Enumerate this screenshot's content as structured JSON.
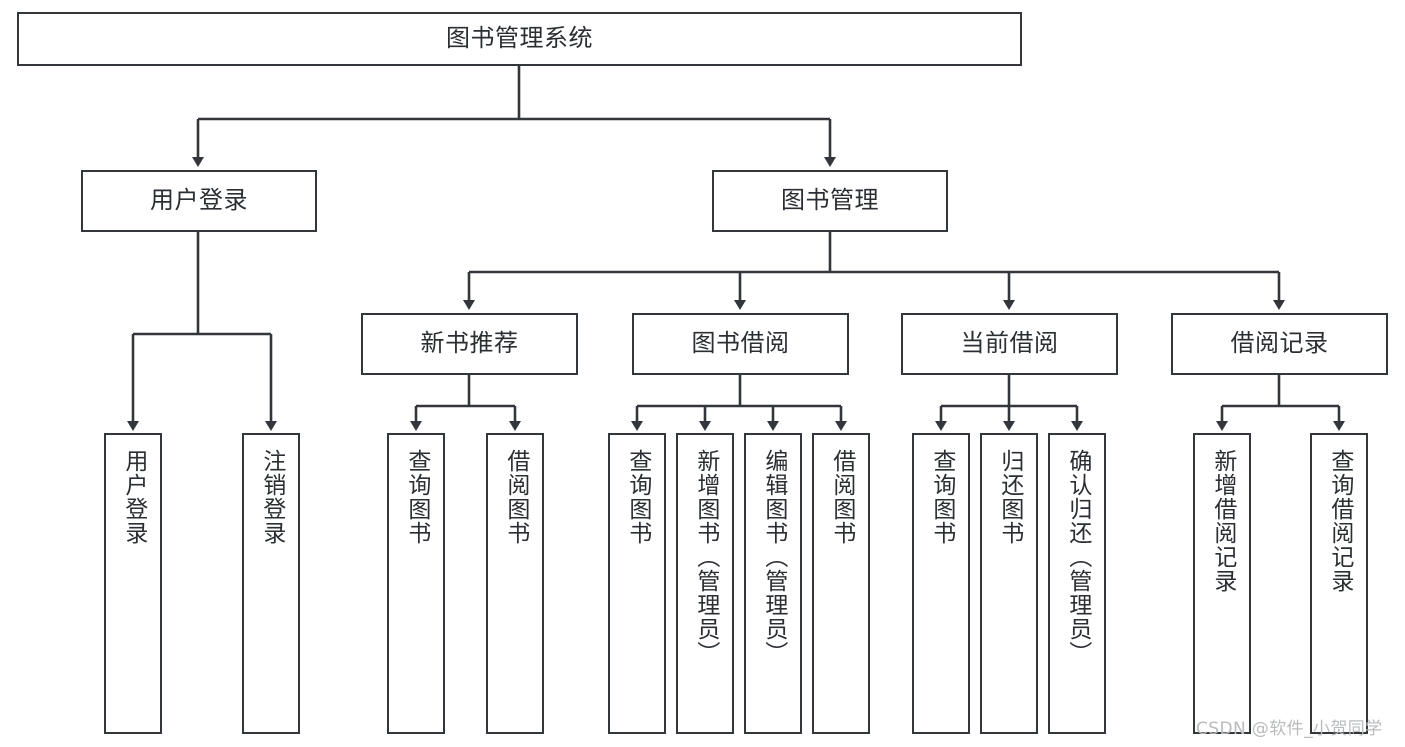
{
  "diagram": {
    "title": "图书管理系统",
    "type": "tree-hierarchy",
    "root": {
      "id": "root",
      "label": "图书管理系统"
    },
    "level2": [
      {
        "id": "user-login",
        "label": "用户登录"
      },
      {
        "id": "book-manage",
        "label": "图书管理"
      }
    ],
    "level3": [
      {
        "id": "new-book-rec",
        "label": "新书推荐",
        "parent": "book-manage"
      },
      {
        "id": "book-borrow",
        "label": "图书借阅",
        "parent": "book-manage"
      },
      {
        "id": "current-borrow",
        "label": "当前借阅",
        "parent": "book-manage"
      },
      {
        "id": "borrow-record",
        "label": "借阅记录",
        "parent": "book-manage"
      }
    ],
    "leaves": [
      {
        "id": "leaf-user-login",
        "label": "用户登录",
        "parent": "user-login"
      },
      {
        "id": "leaf-logout",
        "label": "注销登录",
        "parent": "user-login"
      },
      {
        "id": "leaf-query-book-1",
        "label": "查询图书",
        "parent": "new-book-rec"
      },
      {
        "id": "leaf-borrow-book-1",
        "label": "借阅图书",
        "parent": "new-book-rec"
      },
      {
        "id": "leaf-query-book-2",
        "label": "查询图书",
        "parent": "book-borrow"
      },
      {
        "id": "leaf-add-book",
        "label": "新增图书（管理员）",
        "parent": "book-borrow"
      },
      {
        "id": "leaf-edit-book",
        "label": "编辑图书（管理员）",
        "parent": "book-borrow"
      },
      {
        "id": "leaf-borrow-book-2",
        "label": "借阅图书",
        "parent": "book-borrow"
      },
      {
        "id": "leaf-query-book-3",
        "label": "查询图书",
        "parent": "current-borrow"
      },
      {
        "id": "leaf-return-book",
        "label": "归还图书",
        "parent": "current-borrow"
      },
      {
        "id": "leaf-confirm-return",
        "label": "确认归还（管理员）",
        "parent": "current-borrow"
      },
      {
        "id": "leaf-add-record",
        "label": "新增借阅记录",
        "parent": "borrow-record"
      },
      {
        "id": "leaf-query-record",
        "label": "查询借阅记录",
        "parent": "borrow-record"
      }
    ],
    "watermark": "CSDN @软件_小贺同学",
    "colors": {
      "stroke": "#33373b",
      "fill": "#ffffff",
      "text": "#2b2f33",
      "watermark": "#b9bbbd"
    }
  }
}
